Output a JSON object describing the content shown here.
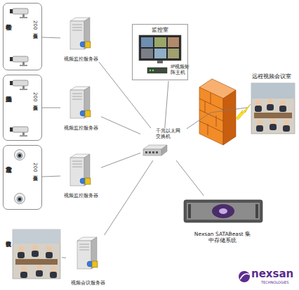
{
  "diagram": {
    "nodes": [
      {
        "text": [
          "各教学楼",
          "200万摄像头"
        ]
      },
      {
        "text": [
          "视频监控服务器"
        ]
      },
      {
        "text": [
          "操场及街道",
          "200万摄像头"
        ]
      },
      {
        "text": [
          "视频监控服务器"
        ]
      },
      {
        "text": [
          "宿舍及食堂",
          "200万摄像头"
        ]
      },
      {
        "text": [
          "视频监控服务器"
        ]
      },
      {
        "text": [
          "视频会议室"
        ]
      },
      {
        "text": [
          "视频会议服务器"
        ]
      },
      {
        "text": [
          "监控室"
        ]
      },
      {
        "text": [
          "IP视频矩阵主机"
        ],
        "in": 8
      },
      {
        "text": [
          "千兆以太网交换机"
        ]
      },
      {
        "text": [
          "远程视频会议室"
        ]
      },
      {
        "text": [
          "Nexsan SATABeast 集中存储系统"
        ]
      }
    ],
    "edges": [
      {
        "from": 0,
        "to": 1,
        "arrow": "none"
      },
      {
        "from": 2,
        "to": 3,
        "arrow": "none"
      },
      {
        "from": 4,
        "to": 5,
        "arrow": "none"
      },
      {
        "from": 6,
        "to": 7,
        "arrow": "none"
      },
      {
        "from": 1,
        "to": 10,
        "arrow": "none"
      },
      {
        "from": 3,
        "to": 10,
        "arrow": "none"
      },
      {
        "from": 5,
        "to": 10,
        "arrow": "none"
      },
      {
        "from": 7,
        "to": 10,
        "arrow": "none"
      },
      {
        "from": 9,
        "to": 10,
        "arrow": "none"
      },
      {
        "from": 10,
        "to": 11,
        "arrow": "none"
      },
      {
        "from": 10,
        "to": 12,
        "arrow": "none"
      }
    ],
    "labels": [
      "nexsan",
      "TECHNOLOGIES"
    ]
  }
}
